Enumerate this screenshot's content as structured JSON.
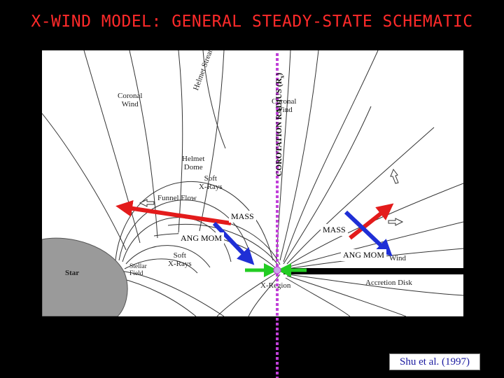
{
  "title": "X-WIND MODEL: GENERAL STEADY-STATE SCHEMATIC",
  "figure": {
    "labels": {
      "coronal_wind_left": "Coronal\nWind",
      "helmet_streamer": "Helmet Streamer",
      "coronal_wind_right": "Coronal\nWind",
      "helmet_dome": "Helmet\nDome",
      "soft_xrays_upper": "Soft\nX-Rays",
      "funnel_flow": "Funnel Flow",
      "soft_xrays_lower": "Soft\nX-Rays",
      "stellar_field": "Stellar\nField",
      "star": "Star",
      "x_region": "X-Region",
      "accretion_disk": "Accretion Disk",
      "wind_partial": "Wind"
    }
  },
  "overlays": {
    "corotation_label": "COROTATION RADIUS (R",
    "corotation_subscript": "x",
    "corotation_close": ")",
    "mass_left": "MASS",
    "ang_mom_left": "ANG MOM",
    "mass_right": "MASS",
    "ang_mom_right": "ANG MOM"
  },
  "colors": {
    "title": "#ff2a2a",
    "mass_arrow": "#e31b1b",
    "ang_mom_arrow": "#1f2fd6",
    "x_point_arrow": "#22cc22",
    "corotation_line": "#c03fd8",
    "citation": "#1a1aa0"
  },
  "citation": "Shu et al. (1997)"
}
